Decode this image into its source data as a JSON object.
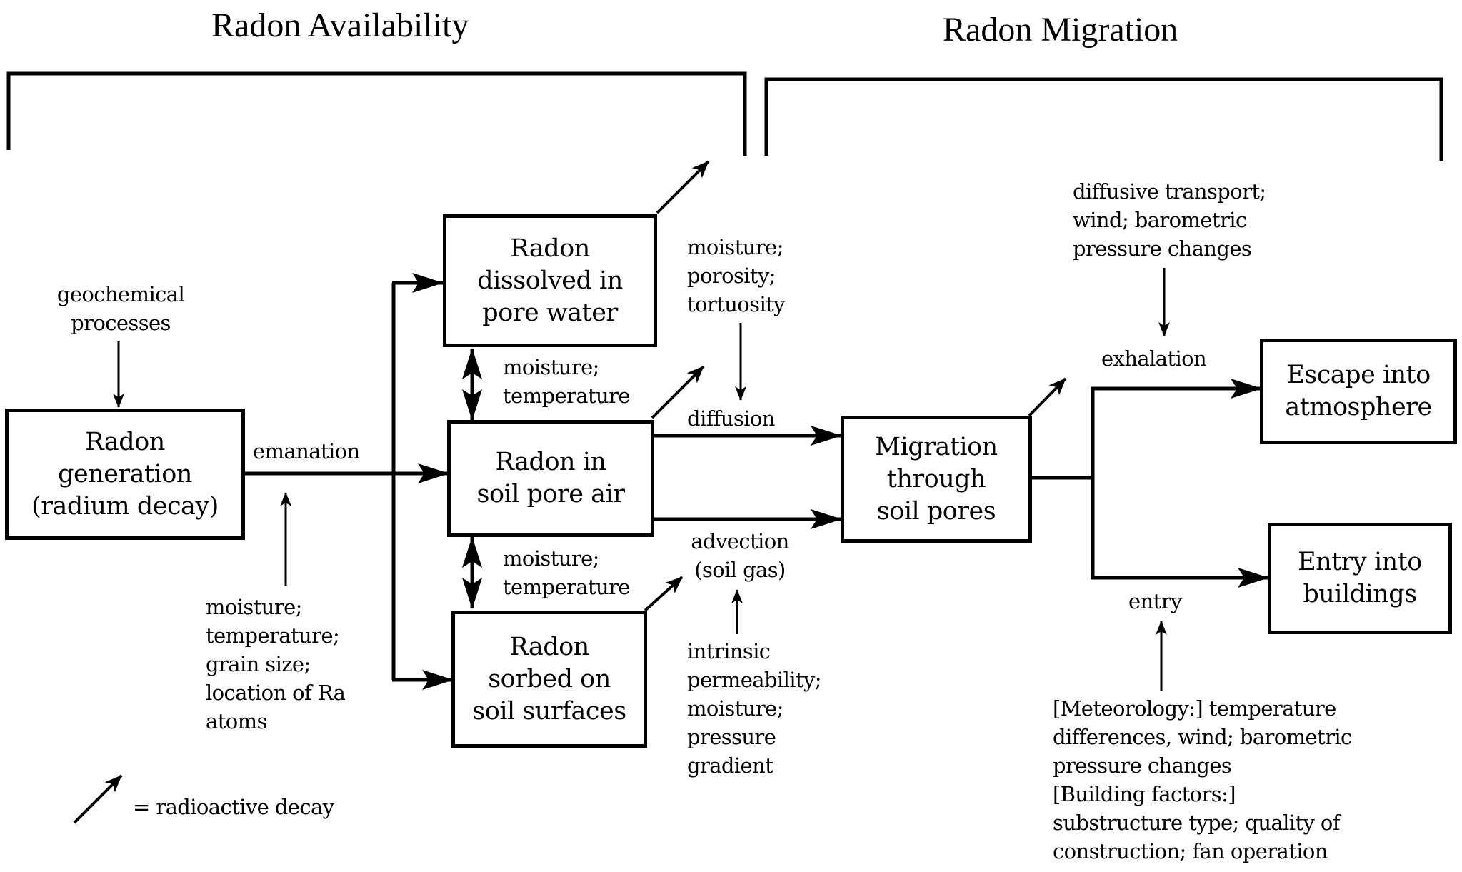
{
  "sections": {
    "availability": "Radon Availability",
    "migration": "Radon Migration"
  },
  "boxes": {
    "generation": "Radon\ngeneration\n(radium decay)",
    "dissolved": "Radon\ndissolved in\npore water",
    "pore_air": "Radon in\nsoil pore air",
    "sorbed": "Radon\nsorbed on\nsoil surfaces",
    "migration": "Migration\nthrough\nsoil pores",
    "escape": "Escape into\natmosphere",
    "entry": "Entry into\nbuildings"
  },
  "labels": {
    "geochemical": "geochemical\nprocesses",
    "emanation": "emanation",
    "emanation_factors": "moisture;\ntemperature;\ngrain size;\nlocation of Ra\natoms",
    "water_air_factors": "moisture;\ntemperature",
    "air_sorbed_factors": "moisture;\ntemperature",
    "diffusion_factors": "moisture;\nporosity;\ntortuosity",
    "diffusion": "diffusion",
    "advection": "advection\n(soil gas)",
    "advection_factors": "intrinsic\npermeability;\nmoisture;\npressure\ngradient",
    "exhalation_factors": "diffusive transport;\nwind; barometric\npressure changes",
    "exhalation": "exhalation",
    "entry": "entry",
    "entry_factors": "[Meteorology:] temperature\ndifferences, wind; barometric\npressure changes\n[Building factors:]\nsubstructure type; quality of\nconstruction; fan operation"
  },
  "legend": {
    "text": "= radioactive decay",
    "icon": "radioactive-decay-arrow-icon"
  },
  "colors": {
    "ink": "#000000",
    "background": "#ffffff"
  }
}
